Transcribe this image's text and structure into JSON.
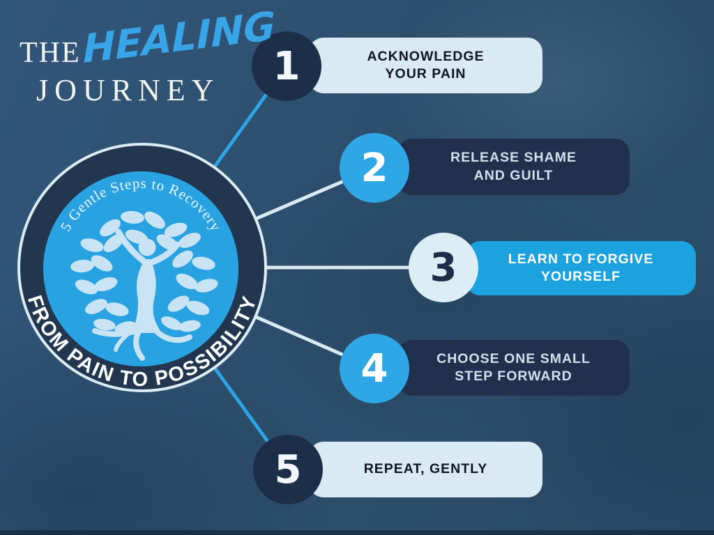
{
  "title": {
    "the": "THE",
    "healing": "HEALING",
    "journey": "JOURNEY"
  },
  "center": {
    "top_text": "5 Gentle Steps to Recovery",
    "bottom_text": "FROM PAIN TO POSSIBILITY",
    "illustration": "tree-person-icon"
  },
  "steps": [
    {
      "number": "1",
      "lines": [
        "ACKNOWLEDGE",
        "YOUR PAIN"
      ]
    },
    {
      "number": "2",
      "lines": [
        "RELEASE SHAME",
        "AND GUILT"
      ]
    },
    {
      "number": "3",
      "lines": [
        "LEARN TO FORGIVE",
        "YOURSELF"
      ]
    },
    {
      "number": "4",
      "lines": [
        "CHOOSE ONE SMALL",
        "STEP FORWARD"
      ]
    },
    {
      "number": "5",
      "lines": [
        "REPEAT, GENTLY"
      ]
    }
  ],
  "colors": {
    "background": "#2d4f6d",
    "navy": "#1d2e48",
    "accent_blue": "#2aa3e2",
    "pale_blue": "#d9eaf3",
    "white": "#ffffff"
  }
}
